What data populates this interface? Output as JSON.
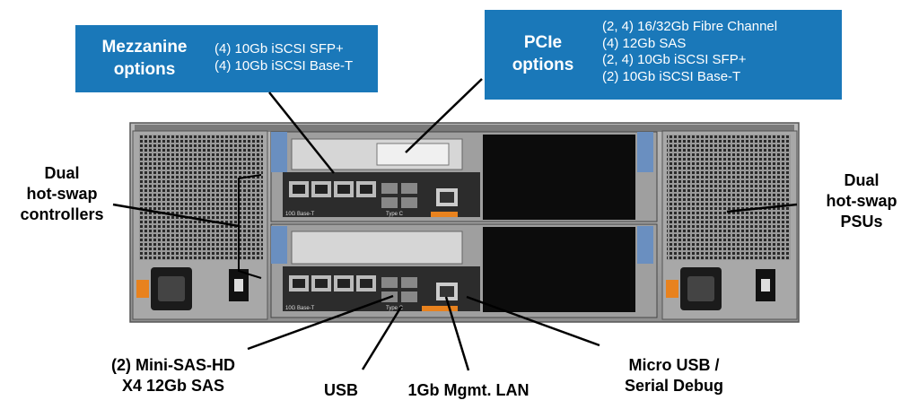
{
  "callouts": {
    "mezzanine": {
      "title_line1": "Mezzanine",
      "title_line2": "options",
      "items": [
        "(4) 10Gb iSCSI SFP+",
        "(4) 10Gb iSCSI Base-T"
      ]
    },
    "pcie": {
      "title_line1": "PCIe",
      "title_line2": "options",
      "items": [
        "(2, 4) 16/32Gb Fibre Channel",
        "(4) 12Gb SAS",
        "(2, 4) 10Gb iSCSI SFP+",
        "(2) 10Gb iSCSI Base-T"
      ]
    }
  },
  "labels": {
    "controllers": [
      "Dual",
      "hot-swap",
      "controllers"
    ],
    "psus": [
      "Dual",
      "hot-swap",
      "PSUs"
    ],
    "minisas": [
      "(2) Mini-SAS-HD",
      "X4 12Gb SAS"
    ],
    "usb": "USB",
    "mgmt_lan": "1Gb Mgmt. LAN",
    "micro_usb": [
      "Micro USB /",
      "Serial Debug"
    ]
  },
  "chassis_text": {
    "port_type_base_t": "10G Base-T",
    "port_type_c": "Type C"
  },
  "colors": {
    "callout_bg": "#1a78b9",
    "callout_text": "#ffffff",
    "orange_accent": "#e8821e",
    "latch_blue": "#6a8fc0"
  }
}
